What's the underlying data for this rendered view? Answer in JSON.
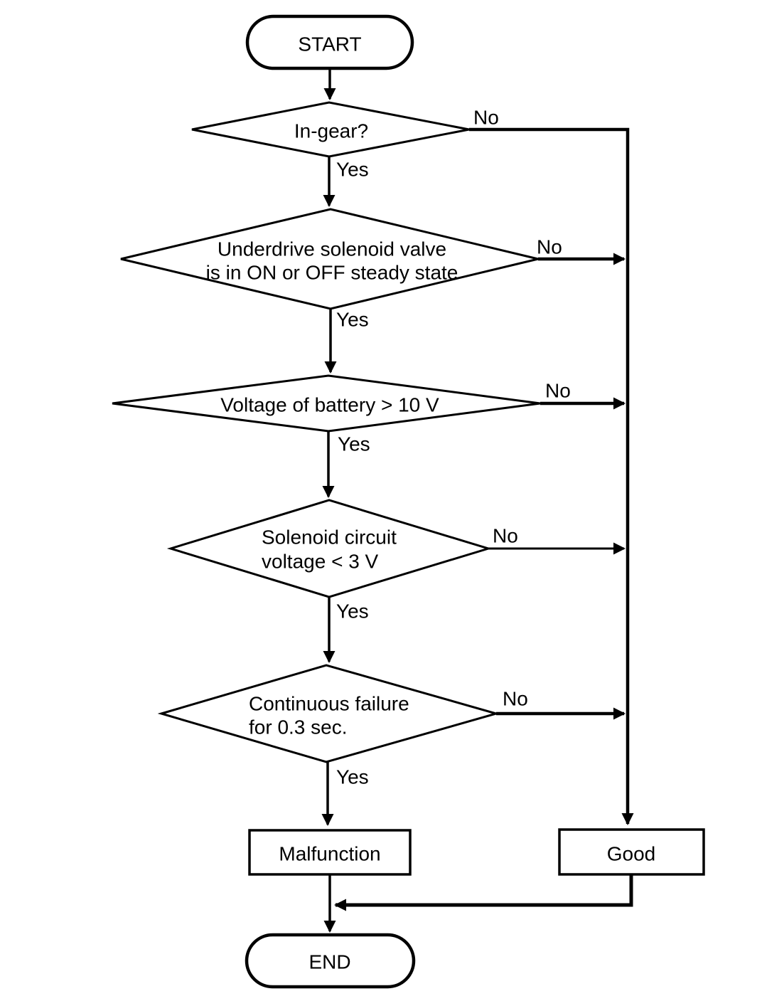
{
  "diagram": {
    "type": "flowchart",
    "colors": {
      "stroke": "#000000",
      "background": "#ffffff",
      "text": "#000000"
    },
    "terminators": {
      "start": {
        "label": "START"
      },
      "end": {
        "label": "END"
      }
    },
    "decisions": [
      {
        "id": "in_gear",
        "lines": [
          "In-gear?"
        ]
      },
      {
        "id": "underdrive_steady",
        "lines": [
          "Underdrive solenoid valve",
          "is in ON or OFF steady state"
        ]
      },
      {
        "id": "battery_voltage",
        "lines": [
          "Voltage of battery > 10 V"
        ]
      },
      {
        "id": "solenoid_voltage",
        "lines": [
          "Solenoid circuit",
          "voltage < 3 V"
        ]
      },
      {
        "id": "continuous_failure",
        "lines": [
          "Continuous failure",
          "for 0.3 sec."
        ]
      }
    ],
    "outcomes": {
      "malfunction": {
        "label": "Malfunction"
      },
      "good": {
        "label": "Good"
      }
    },
    "branch_labels": {
      "yes": "Yes",
      "no": "No"
    },
    "edges": [
      {
        "from": "START",
        "to": "in_gear",
        "label": ""
      },
      {
        "from": "in_gear",
        "to": "underdrive_steady",
        "label": "Yes"
      },
      {
        "from": "in_gear",
        "to": "Good",
        "label": "No"
      },
      {
        "from": "underdrive_steady",
        "to": "battery_voltage",
        "label": "Yes"
      },
      {
        "from": "underdrive_steady",
        "to": "Good",
        "label": "No"
      },
      {
        "from": "battery_voltage",
        "to": "solenoid_voltage",
        "label": "Yes"
      },
      {
        "from": "battery_voltage",
        "to": "Good",
        "label": "No"
      },
      {
        "from": "solenoid_voltage",
        "to": "continuous_failure",
        "label": "Yes"
      },
      {
        "from": "solenoid_voltage",
        "to": "Good",
        "label": "No"
      },
      {
        "from": "continuous_failure",
        "to": "Malfunction",
        "label": "Yes"
      },
      {
        "from": "continuous_failure",
        "to": "Good",
        "label": "No"
      },
      {
        "from": "Malfunction",
        "to": "END",
        "label": ""
      },
      {
        "from": "Good",
        "to": "END",
        "label": ""
      }
    ]
  }
}
